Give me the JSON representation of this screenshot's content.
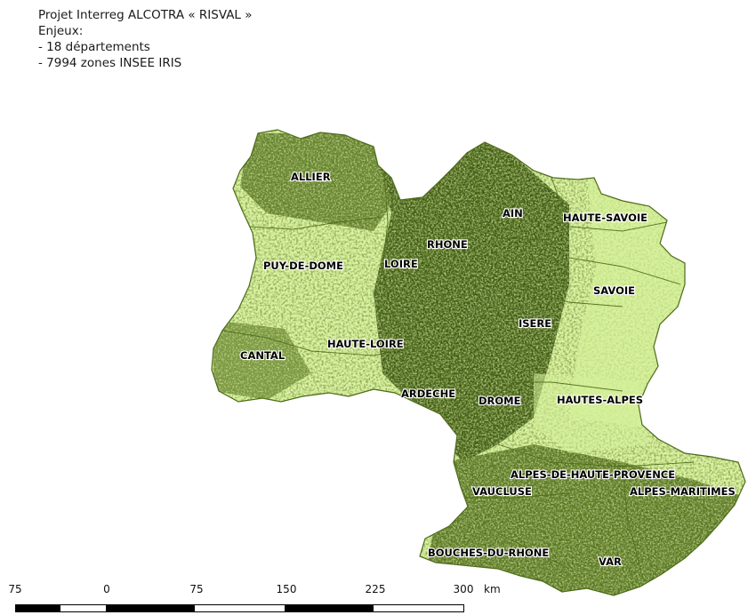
{
  "header": {
    "line1": "Projet Interreg ALCOTRA « RISVAL »",
    "line2": "Enjeux:",
    "line3": "- 18 départements",
    "line4": "- 7994 zones INSEE IRIS"
  },
  "colors": {
    "light_green": "#d6f19a",
    "dark_green": "#3f5b12",
    "mid_green": "#6f8e2a",
    "boundary": "#4d6b1a"
  },
  "departments": [
    {
      "label": "ALLIER"
    },
    {
      "label": "AIN"
    },
    {
      "label": "HAUTE-SAVOIE"
    },
    {
      "label": "RHONE"
    },
    {
      "label": "PUY-DE-DOME"
    },
    {
      "label": "LOIRE"
    },
    {
      "label": "SAVOIE"
    },
    {
      "label": "ISERE"
    },
    {
      "label": "CANTAL"
    },
    {
      "label": "HAUTE-LOIRE"
    },
    {
      "label": "ARDECHE"
    },
    {
      "label": "DROME"
    },
    {
      "label": "HAUTES-ALPES"
    },
    {
      "label": "ALPES-DE-HAUTE-PROVENCE"
    },
    {
      "label": "VAUCLUSE"
    },
    {
      "label": "ALPES-MARITIMES"
    },
    {
      "label": "BOUCHES-DU-RHONE"
    },
    {
      "label": "VAR"
    }
  ],
  "scale": {
    "labels": [
      "75",
      "0",
      "75",
      "150",
      "225",
      "300"
    ],
    "unit": "km"
  }
}
